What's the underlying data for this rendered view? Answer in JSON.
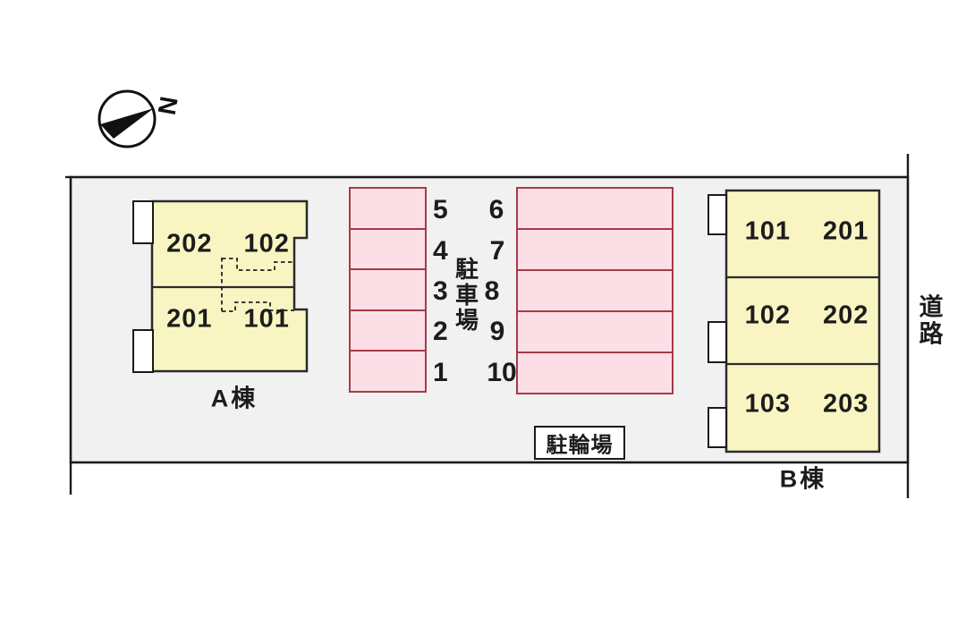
{
  "compass": {
    "north": "N"
  },
  "site": {
    "type": "apartment-site-plan"
  },
  "buildings": {
    "a": {
      "name": "A棟",
      "rows": [
        [
          "202",
          "102"
        ],
        [
          "201",
          "101"
        ]
      ]
    },
    "b": {
      "name": "B棟",
      "rows": [
        [
          "101",
          "201"
        ],
        [
          "102",
          "202"
        ],
        [
          "103",
          "203"
        ]
      ]
    }
  },
  "parking": {
    "title": "駐車場",
    "left_spaces": [
      "5",
      "4",
      "3",
      "2",
      "1"
    ],
    "right_spaces": [
      "6",
      "7",
      "8",
      "9",
      "10"
    ]
  },
  "bicycle_parking": {
    "label": "駐輪場"
  },
  "road": {
    "label": "道路"
  },
  "colors": {
    "building_fill": "#f9f5c3",
    "building_border": "#2b2b2b",
    "parking_fill": "#fcdfe6",
    "parking_border": "#a63a47",
    "site_fill": "#f1f1f2",
    "line": "#1b1b1b"
  }
}
